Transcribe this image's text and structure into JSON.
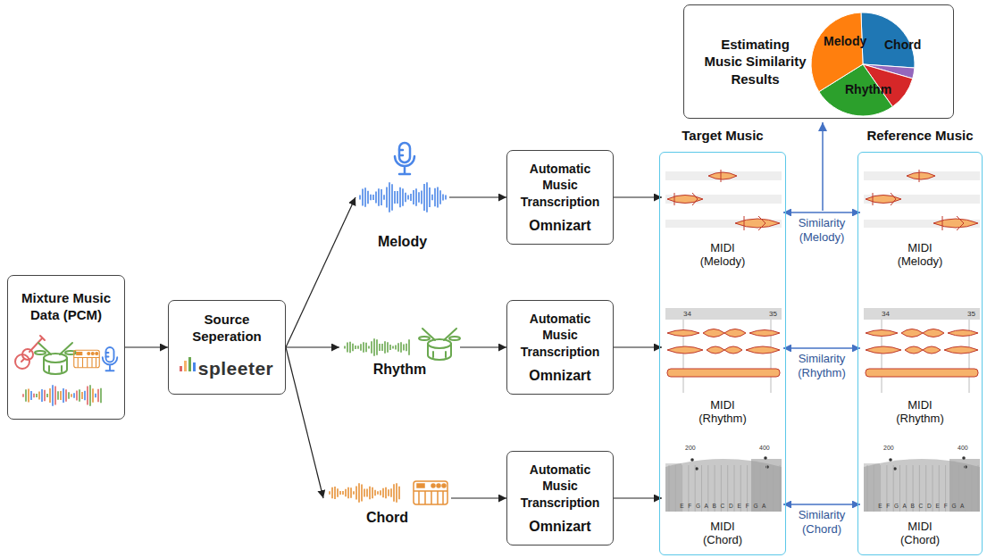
{
  "diagram": {
    "nodes": [
      {
        "text": [
          "Mixture Music Data (PCM)"
        ]
      },
      {
        "text": [
          "Source Seperation",
          "spleeter"
        ]
      },
      {
        "text": [
          "Melody"
        ]
      },
      {
        "text": [
          "Rhythm"
        ]
      },
      {
        "text": [
          "Chord"
        ]
      },
      {
        "text": [
          "Automatic Music Transcription",
          "Omnizart"
        ]
      },
      {
        "text": [
          "Automatic Music Transcription",
          "Omnizart"
        ]
      },
      {
        "text": [
          "Automatic Music Transcription",
          "Omnizart"
        ]
      },
      {
        "text": [
          "Estimating Music Similarity Results"
        ]
      },
      {
        "text": [
          "Target Music"
        ]
      },
      {
        "text": [
          "MIDI (Melody)"
        ],
        "in": 9
      },
      {
        "text": [
          "MIDI (Rhythm)"
        ],
        "in": 9
      },
      {
        "text": [
          "MIDI (Chord)"
        ],
        "in": 9
      },
      {
        "text": [
          "Reference Music"
        ]
      },
      {
        "text": [
          "MIDI (Melody)"
        ],
        "in": 13
      },
      {
        "text": [
          "MIDI (Rhythm)"
        ],
        "in": 13
      },
      {
        "text": [
          "MIDI (Chord)"
        ],
        "in": 13
      }
    ],
    "edges": [
      {
        "from": 0,
        "to": 1,
        "arrow": "to"
      },
      {
        "from": 1,
        "to": 2,
        "arrow": "to"
      },
      {
        "from": 1,
        "to": 3,
        "arrow": "to"
      },
      {
        "from": 1,
        "to": 4,
        "arrow": "to"
      },
      {
        "from": 2,
        "to": 5,
        "arrow": "to"
      },
      {
        "from": 3,
        "to": 6,
        "arrow": "to"
      },
      {
        "from": 4,
        "to": 7,
        "arrow": "to"
      },
      {
        "from": 5,
        "to": 10,
        "arrow": "to"
      },
      {
        "from": 6,
        "to": 11,
        "arrow": "to"
      },
      {
        "from": 7,
        "to": 12,
        "arrow": "to"
      },
      {
        "from": 10,
        "to": 14,
        "label": "Similarity (Melody)",
        "arrow": "both"
      },
      {
        "from": 11,
        "to": 15,
        "label": "Similarity (Rhythm)",
        "arrow": "both"
      },
      {
        "from": 12,
        "to": 16,
        "label": "Similarity (Chord)",
        "arrow": "both"
      }
    ],
    "labels": [
      "Melody",
      "Chord",
      "Rhythm",
      "34",
      "35",
      "34",
      "35",
      "200",
      "400",
      "E F G A B C D E F G A",
      "200",
      "400",
      "E F G A B C D E F G A"
    ]
  }
}
